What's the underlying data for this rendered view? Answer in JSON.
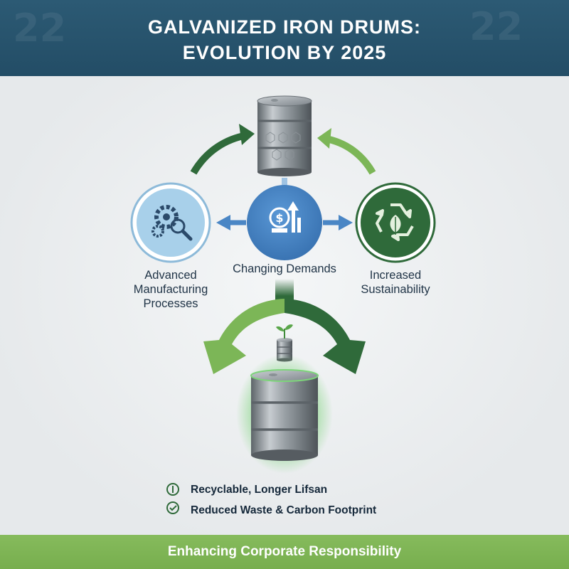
{
  "header": {
    "title_line1": "GALVANIZED IRON DRUMS:",
    "title_line2": "EVOLUTION BY 2025"
  },
  "nodes": {
    "left_label": "Advanced Manufacturing Processes",
    "center_label": "Changing Demands",
    "right_label": "Increased Sustainability"
  },
  "icons": {
    "top": "steel-drum-icon",
    "left": "gear-magnifier-icon",
    "center": "dollar-growth-icon",
    "right": "recycle-leaf-icon",
    "sprout": "sprout-drum-icon",
    "bottom": "glowing-drum-icon"
  },
  "bullets": [
    {
      "icon": "circle-one-icon",
      "text": "Recyclable, Longer Lifsan"
    },
    {
      "icon": "check-circle-icon",
      "text": "Reduced Waste & Carbon Footprint"
    }
  ],
  "footer": {
    "text": "Enhancing Corporate Responsibility"
  },
  "colors": {
    "header": "#2c5a74",
    "accent_blue": "#4a86c5",
    "dark_green": "#2f6a3a",
    "light_green": "#7cb657",
    "footer": "#7cb657"
  }
}
